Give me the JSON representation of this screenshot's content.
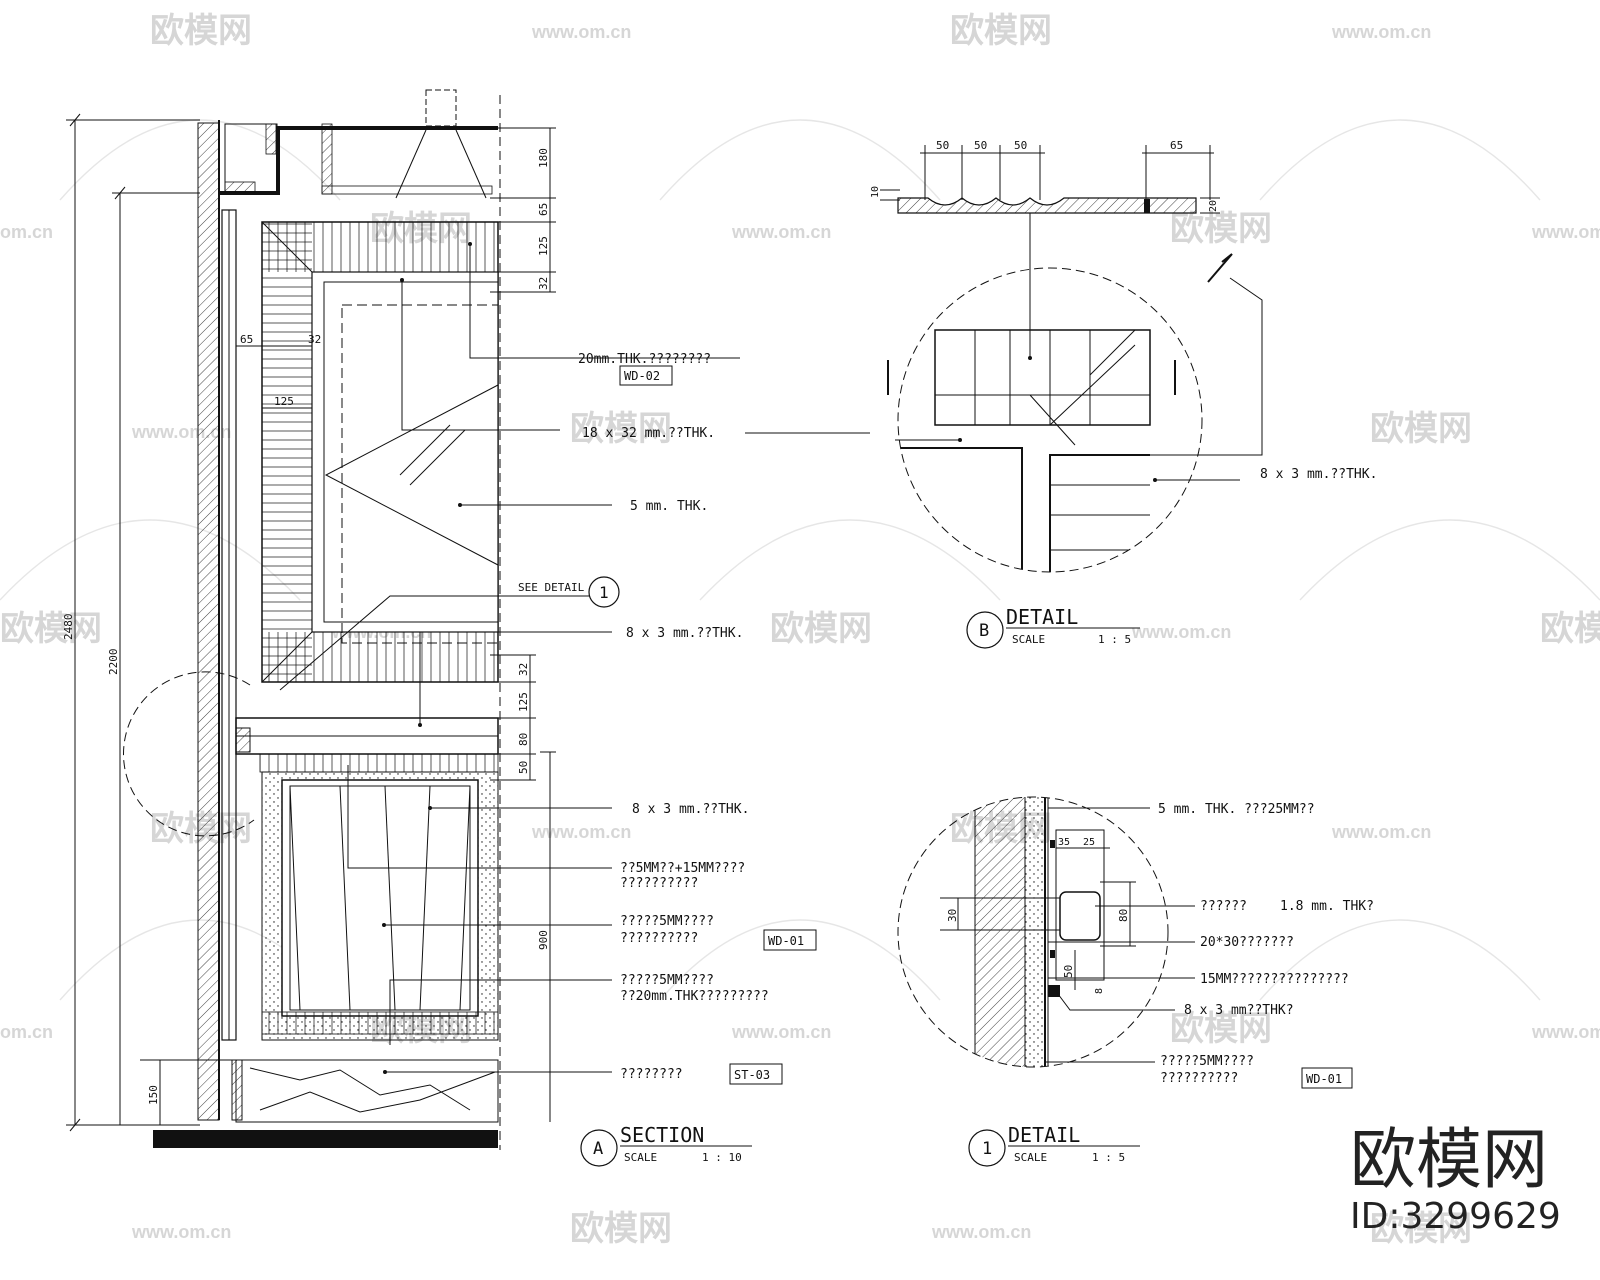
{
  "watermark": {
    "logo_text": "欧模网",
    "url_text": "www.om.cn",
    "url_short": "om.cn"
  },
  "brand": {
    "logo_text": "欧模网",
    "id_text": "ID:3299629"
  },
  "section_a": {
    "marker": "A",
    "title": "SECTION",
    "scale_label": "SCALE",
    "scale_value": "1  :  10",
    "dims": [
      "180",
      "65",
      "125",
      "32",
      "65",
      "32",
      "125",
      "32",
      "125",
      "80",
      "50",
      "900",
      "150",
      "2480",
      "2200"
    ],
    "labels": [
      "20mm.THK.????????",
      "18 x 32 mm.??THK.",
      "5 mm. THK.",
      "SEE DETAIL",
      "8 x 3 mm.??THK.",
      "8 x 3 mm.??THK.",
      "??5MM??+15MM????",
      "??????????",
      "?????5MM????",
      "??????????",
      "?????5MM????",
      "??20mm.THK?????????",
      "????????"
    ],
    "tags": [
      "WD-02",
      "WD-01",
      "ST-03"
    ],
    "detail_callout": "1"
  },
  "detail_b": {
    "marker": "B",
    "title": "DETAIL",
    "scale_label": "SCALE",
    "scale_value": "1  :  5",
    "dims": [
      "50",
      "50",
      "50",
      "65",
      "10",
      "20"
    ],
    "labels": [
      "8 x 3 mm.??THK."
    ]
  },
  "detail_1": {
    "marker": "1",
    "title": "DETAIL",
    "scale_label": "SCALE",
    "scale_value": "1  :  5",
    "dims": [
      "35",
      "25",
      "30",
      "80",
      "50",
      "8"
    ],
    "labels": [
      "5 mm. THK. ???25MM??",
      "??????",
      "1.8 mm. THK?",
      "20*30???????",
      "15MM???????????????",
      "8 x 3 mm??THK?",
      "?????5MM????",
      "??????????"
    ],
    "tags": [
      "WD-01"
    ]
  }
}
